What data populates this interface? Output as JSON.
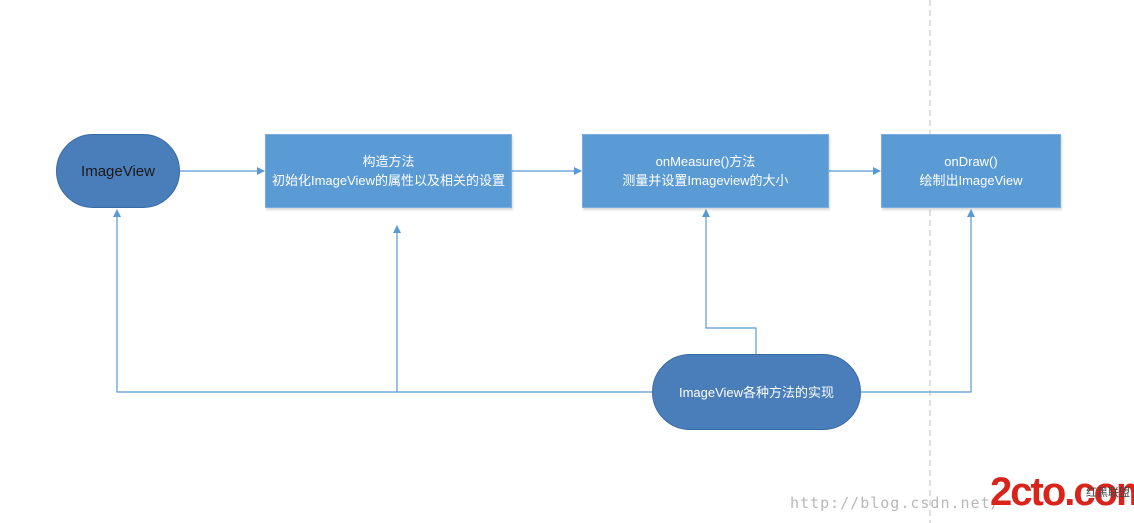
{
  "nodes": {
    "imageview": {
      "label": "ImageView"
    },
    "constructor": {
      "line1": "构造方法",
      "line2": "初始化ImageView的属性以及相关的设置"
    },
    "onmeasure": {
      "line1": "onMeasure()方法",
      "line2": "测量并设置Imageview的大小"
    },
    "ondraw": {
      "line1": "onDraw()",
      "line2": "绘制出ImageView"
    },
    "methods": {
      "label": "ImageView各种方法的实现"
    }
  },
  "watermark": {
    "url": "http://blog.csdn.net/",
    "logo": "2cto.com",
    "logo_sub": "红黑联盟"
  },
  "colors": {
    "pill_fill": "#4a7ebb",
    "box_fill": "#5b9bd5",
    "connector": "#5b9bd5",
    "divider": "#bfbfbf",
    "logo_red": "#d9241c"
  }
}
